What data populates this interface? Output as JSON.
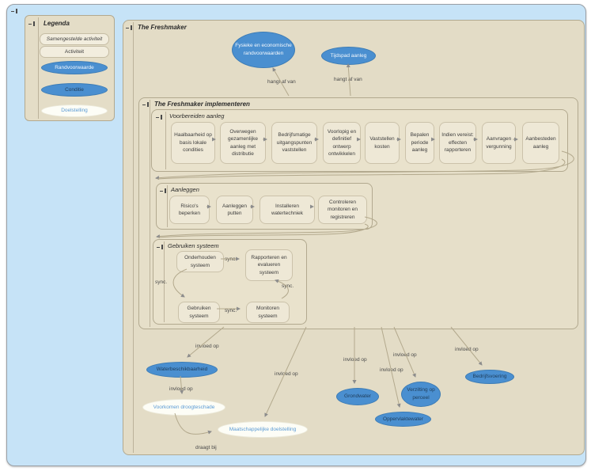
{
  "legend": {
    "title": "Legenda",
    "composite_activity": "Samengestelde activiteit",
    "activity": "Activiteit",
    "precondition": "Randvoorwaarde",
    "condition": "Conditie",
    "goal": "Doelstelling"
  },
  "diagram": {
    "title": "The Freshmaker",
    "preconditions": [
      {
        "label": "Fysieke en economische randvoorwaarden"
      },
      {
        "label": "Tijdspad aanleg"
      }
    ],
    "implement": {
      "title": "The Freshmaker implementeren",
      "prepare": {
        "title": "Voorbereiden aanleg",
        "activities": [
          "Haalbaarheid op basis lokale condities",
          "Overwegen gezamenlijke aanleg met distributie",
          "Bedrijfsmatige uitgangspunten vaststellen",
          "Voorlopig en definitief ontwerp ontwikkelen",
          "Vaststellen kosten",
          "Bepalen periode aanleg",
          "Indien vereist: effecten rapporteren",
          "Aanvragen vergunning",
          "Aanbesteden aanleg"
        ]
      },
      "construct": {
        "title": "Aanleggen",
        "activities": [
          "Risico's beperken",
          "Aanleggen putten",
          "Installeren watertechniek",
          "Controleren monitoren en registreren"
        ]
      },
      "use": {
        "title": "Gebruiken systeem",
        "activities": [
          "Onderhouden systeem",
          "Rapporteren en evalueren systeem",
          "Gebruiken systeem",
          "Monitoren systeem"
        ]
      }
    },
    "conditions": [
      "Waterbeschikbaarheid",
      "Grondwater",
      "Verzilting op perceel",
      "Oppervlaktewater",
      "Bedrijfsvoering"
    ],
    "goals": [
      "Voorkomen droogteschade",
      "Maatschappelijke doelstelling"
    ],
    "connections": [
      {
        "from": "The Freshmaker implementeren",
        "to": "Fysieke en economische randvoorwaarden",
        "label": "hangt af van"
      },
      {
        "from": "The Freshmaker implementeren",
        "to": "Tijdspad aanleg",
        "label": "hangt af van"
      },
      {
        "from": "The Freshmaker implementeren",
        "to": "Waterbeschikbaarheid",
        "label": "invloed op"
      },
      {
        "from": "Waterbeschikbaarheid",
        "to": "Voorkomen droogteschade",
        "label": "invloed op"
      },
      {
        "from": "The Freshmaker implementeren",
        "to": "Maatschappelijke doelstelling",
        "label": "invloed op"
      },
      {
        "from": "The Freshmaker implementeren",
        "to": "Grondwater",
        "label": "invloed op"
      },
      {
        "from": "The Freshmaker implementeren",
        "to": "Verzilting op perceel",
        "label": "invloed op"
      },
      {
        "from": "The Freshmaker implementeren",
        "to": "Oppervlaktewater",
        "label": "invloed op"
      },
      {
        "from": "The Freshmaker implementeren",
        "to": "Bedrijfsvoering",
        "label": "invloed op"
      },
      {
        "from": "Voorkomen droogteschade",
        "to": "Maatschappelijke doelstelling",
        "label": "draagt bij"
      },
      {
        "from": "Onderhouden systeem",
        "to": "Rapporteren en evalueren systeem",
        "label": "sync."
      },
      {
        "from": "Onderhouden systeem",
        "to": "Gebruiken systeem",
        "label": "sync."
      },
      {
        "from": "Gebruiken systeem",
        "to": "Monitoren systeem",
        "label": "sync."
      },
      {
        "from": "Monitoren systeem",
        "to": "Rapporteren en evalueren systeem",
        "label": "sync."
      }
    ],
    "colors": {
      "node_blue": "#4a8fd0",
      "node_white": "#fdfdf6",
      "canvas_blue": "#c6e3f7",
      "panel_tan": "#e3dcc6"
    }
  }
}
